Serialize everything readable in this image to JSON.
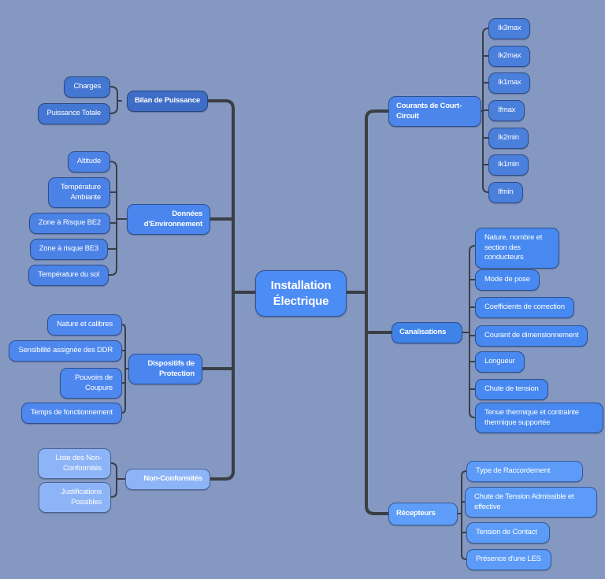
{
  "root": {
    "label": "Installation Électrique"
  },
  "left": [
    {
      "label": "Bilan de Puissance",
      "children": [
        {
          "label": "Charges"
        },
        {
          "label": "Puissance Totale"
        }
      ]
    },
    {
      "label": "Données d'Environnement",
      "children": [
        {
          "label": "Altitude"
        },
        {
          "label": "Température Ambiante"
        },
        {
          "label": "Zone à Risque BE2"
        },
        {
          "label": "Zone à risque BE3"
        },
        {
          "label": "Température du sol"
        }
      ]
    },
    {
      "label": "Dispositifs de Protection",
      "children": [
        {
          "label": "Nature et calibres"
        },
        {
          "label": "Sensibilité assignée des DDR"
        },
        {
          "label": "Pouvoirs de Coupure"
        },
        {
          "label": "Temps de fonctionnement"
        }
      ]
    },
    {
      "label": "Non-Conformités",
      "children": [
        {
          "label": "Liste des Non-Conformités"
        },
        {
          "label": "Justifications Possibles"
        }
      ]
    }
  ],
  "right": [
    {
      "label": "Courants de Court-Circuit",
      "children": [
        {
          "label": "Ik3max"
        },
        {
          "label": "Ik2max"
        },
        {
          "label": "Ik1max"
        },
        {
          "label": "Ifmax"
        },
        {
          "label": "Ik2min"
        },
        {
          "label": "Ik1min"
        },
        {
          "label": "Ifmin"
        }
      ]
    },
    {
      "label": "Canalisations",
      "children": [
        {
          "label": "Nature, nombre et section des conducteurs"
        },
        {
          "label": "Mode de pose"
        },
        {
          "label": "Coefficients de correction"
        },
        {
          "label": "Courant de dimensionnement"
        },
        {
          "label": "Longueur"
        },
        {
          "label": "Chute de tension"
        },
        {
          "label": "Tenue thermique et contrainte thermique supportée"
        }
      ]
    },
    {
      "label": "Récepteurs",
      "children": [
        {
          "label": "Type de Raccordement"
        },
        {
          "label": "Chute de Tension Admissible et effective"
        },
        {
          "label": "Tension de Contact"
        },
        {
          "label": "Présence d'une LES"
        }
      ]
    }
  ],
  "colors": {
    "background": "#8498c1",
    "connector": "#3a3e45",
    "root_node": "#4c8cf5",
    "bilan_branch": "#3d6dc6",
    "bilan_child": "#4477d2",
    "donnees_branch": "#4a86ee",
    "donnees_child": "#4b82e6",
    "dispositifs_branch": "#4a86ee",
    "dispositifs_child": "#4e88ef",
    "nonconf_branch": "#8db4f7",
    "nonconf_child": "#8db4f7",
    "courants_branch": "#4c86ea",
    "courants_child": "#4a7fdc",
    "canalisations_branch": "#3f83e9",
    "canalisations_child": "#4789f0",
    "recepteurs_branch": "#5f9ef8",
    "recepteurs_child": "#5c9cf8"
  }
}
